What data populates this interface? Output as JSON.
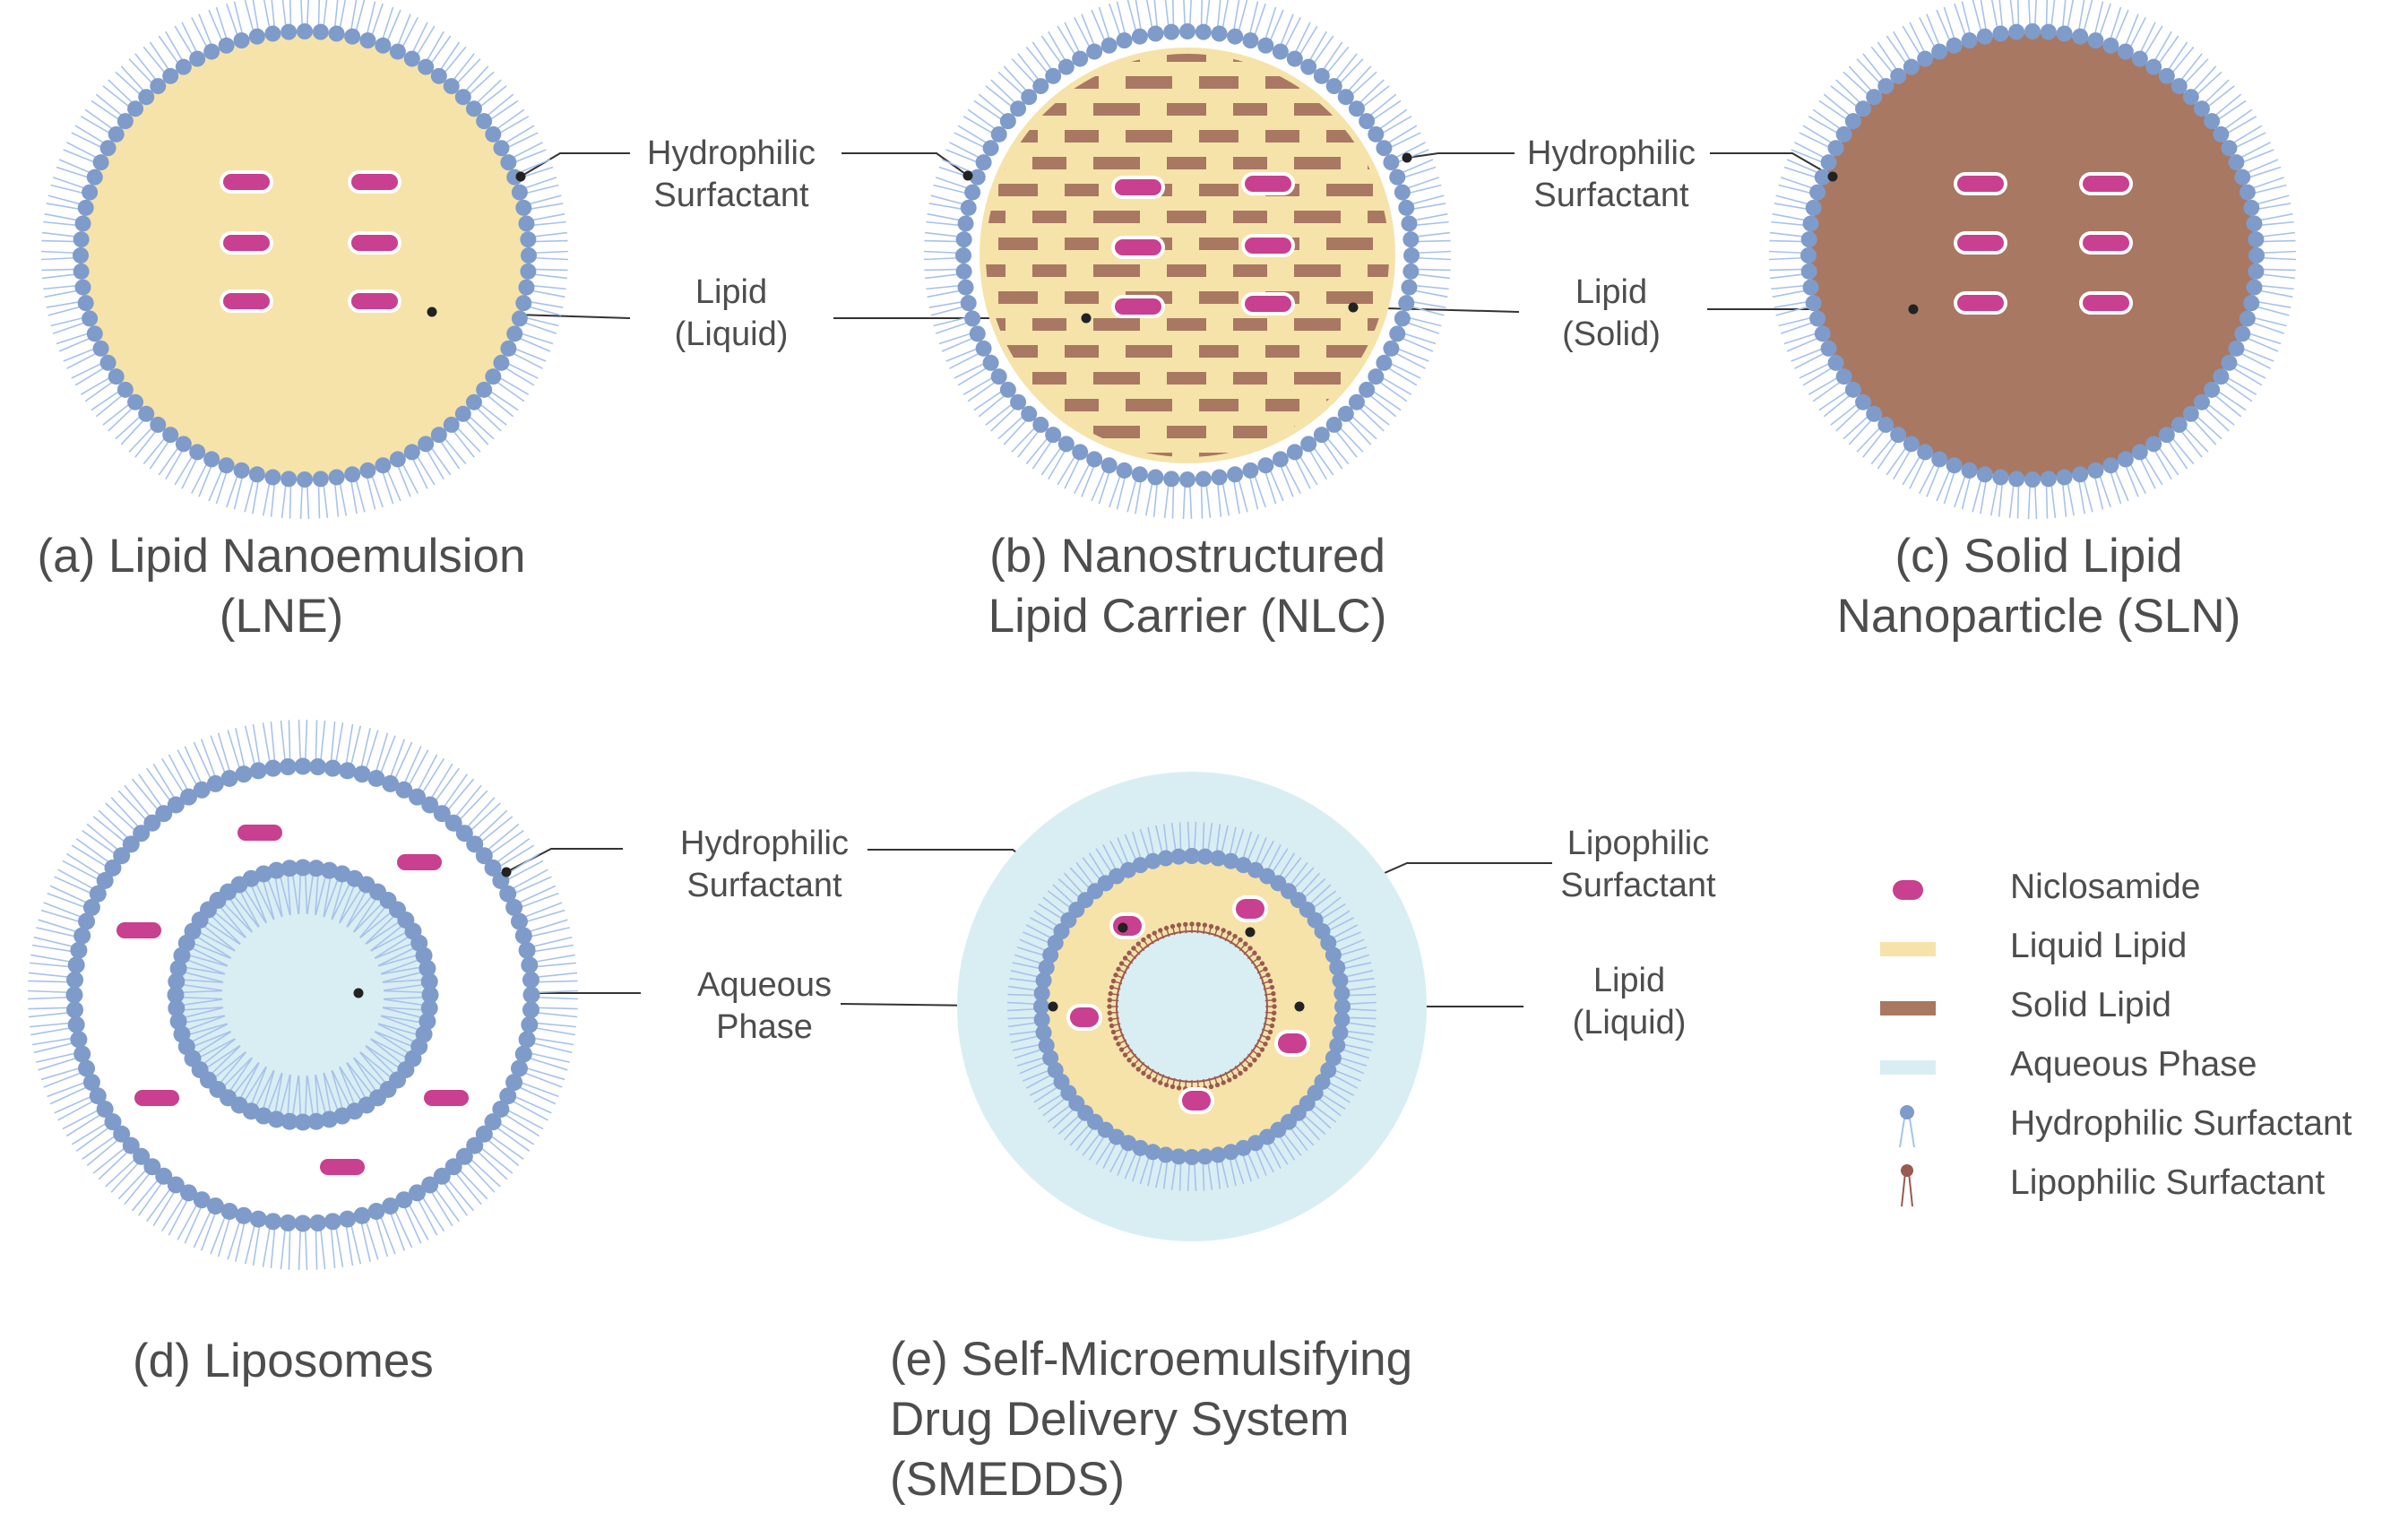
{
  "colors": {
    "niclosamide": "#c8408f",
    "liquid_lipid": "#f6e3aa",
    "solid_lipid": "#a87862",
    "aqueous_phase": "#d9eef3",
    "hydrophilic_head": "#7f9bc9",
    "hydrophilic_tail": "#a8c2ea",
    "lipophilic_surfactant": "#9a5a50"
  },
  "panels": {
    "a": {
      "title_line1": "(a) Lipid Nanoemulsion",
      "title_line2": "(LNE)",
      "label_surfactant_line1": "Hydrophilic",
      "label_surfactant_line2": "Surfactant",
      "label_lipid_line1": "Lipid",
      "label_lipid_line2": "(Liquid)"
    },
    "b": {
      "title_line1": "(b) Nanostructured",
      "title_line2": "Lipid Carrier (NLC)"
    },
    "c": {
      "title_line1": "(c) Solid Lipid",
      "title_line2": "Nanoparticle (SLN)",
      "label_surfactant_line1": "Hydrophilic",
      "label_surfactant_line2": "Surfactant",
      "label_lipid_line1": "Lipid",
      "label_lipid_line2": "(Solid)"
    },
    "d": {
      "title": "(d) Liposomes"
    },
    "e": {
      "title_line1": "(e) Self-Microemulsifying",
      "title_line2": "Drug Delivery System",
      "title_line3": "(SMEDDS)",
      "label_hydrophilic_line1": "Hydrophilic",
      "label_hydrophilic_line2": "Surfactant",
      "label_aqueous_line1": "Aqueous",
      "label_aqueous_line2": "Phase",
      "label_lipophilic_line1": "Lipophilic",
      "label_lipophilic_line2": "Surfactant",
      "label_lipid_line1": "Lipid",
      "label_lipid_line2": "(Liquid)"
    }
  },
  "legend": [
    {
      "label": "Niclosamide",
      "icon": "niclosamide-pill-icon"
    },
    {
      "label": "Liquid Lipid",
      "icon": "liquid-lipid-swatch-icon"
    },
    {
      "label": "Solid Lipid",
      "icon": "solid-lipid-swatch-icon"
    },
    {
      "label": "Aqueous Phase",
      "icon": "aqueous-phase-swatch-icon"
    },
    {
      "label": "Hydrophilic Surfactant",
      "icon": "hydrophilic-surfactant-icon"
    },
    {
      "label": "Lipophilic Surfactant",
      "icon": "lipophilic-surfactant-icon"
    }
  ]
}
